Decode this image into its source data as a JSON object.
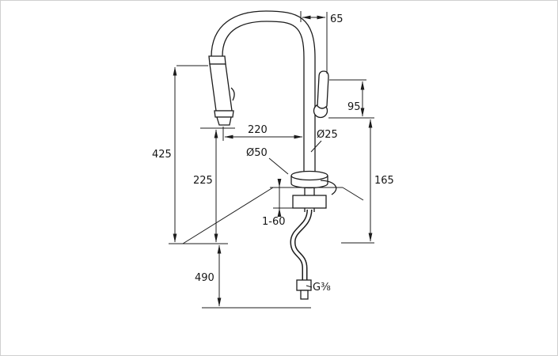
{
  "drawing": {
    "labels": {
      "d65": "65",
      "d95": "95",
      "d425": "425",
      "d220": "220",
      "d25": "Ø25",
      "d50": "Ø50",
      "d225": "225",
      "d165": "165",
      "d160": "1-60",
      "d490": "490",
      "thread": "G⅜"
    },
    "colors": {
      "line": "#1c1c1c",
      "background": "#ffffff",
      "frame": "#cfcfcf"
    }
  }
}
